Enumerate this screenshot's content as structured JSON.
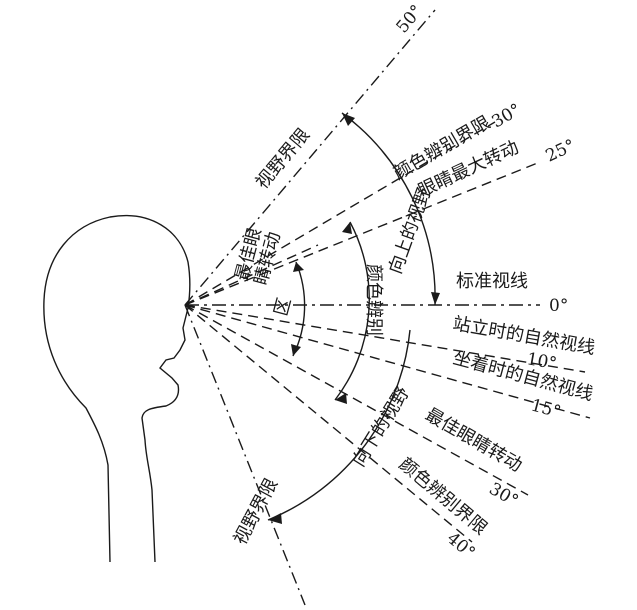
{
  "labels": {
    "upper_field_limit": "视野界限",
    "lower_field_limit": "视野界限",
    "upper_color_limit": "颜色辨别界限",
    "lower_color_limit": "颜色辨别界限",
    "eye_max_rotation": "眼睛最大转动",
    "upward_view": "向上的视野",
    "downward_view": "向下的视野",
    "standard_sightline": "标准视线",
    "standing_natural": "站立时的自然视线",
    "sitting_natural": "坐着时的自然视线",
    "optimal_eye_rotation": "最佳眼睛转动",
    "color_discrimination": "颜色辨别",
    "optimal_zone_line1": "最佳眼",
    "optimal_zone_line2": "睛转动",
    "optimal_zone_line3": "区"
  },
  "angles": {
    "up_50": "50°",
    "up_30": "30°",
    "up_25": "25°",
    "zero": "0°",
    "down_10": "10°",
    "down_15": "15°",
    "down_30": "30°",
    "down_40": "40°"
  }
}
